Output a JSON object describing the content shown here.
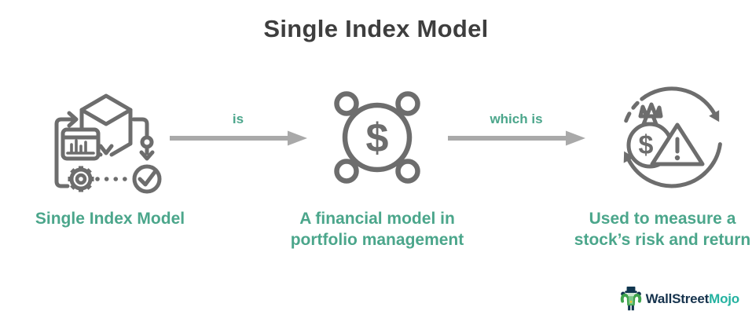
{
  "title": "Single Index Model",
  "steps": [
    {
      "icon": "model-flowchart-icon",
      "label": "Single Index Model"
    },
    {
      "icon": "dollar-network-icon",
      "label": "A financial model in\nportfolio management"
    },
    {
      "icon": "money-risk-cycle-icon",
      "label": "Used to measure a\nstock’s risk and return"
    }
  ],
  "connectors": [
    {
      "label": "is"
    },
    {
      "label": "which is"
    }
  ],
  "logo": {
    "mascot": "wallstreetmojo-mascot-icon",
    "text_primary": "WallStreet",
    "text_accent": "Mojo"
  },
  "colors": {
    "accent_teal": "#4BA68B",
    "icon_stroke": "#6D6D6D",
    "arrow_gray": "#A9A9A9",
    "title_gray": "#3E3E3E",
    "logo_navy": "#16334D",
    "logo_teal": "#24B2A0",
    "mascot_green": "#3FA34D"
  }
}
